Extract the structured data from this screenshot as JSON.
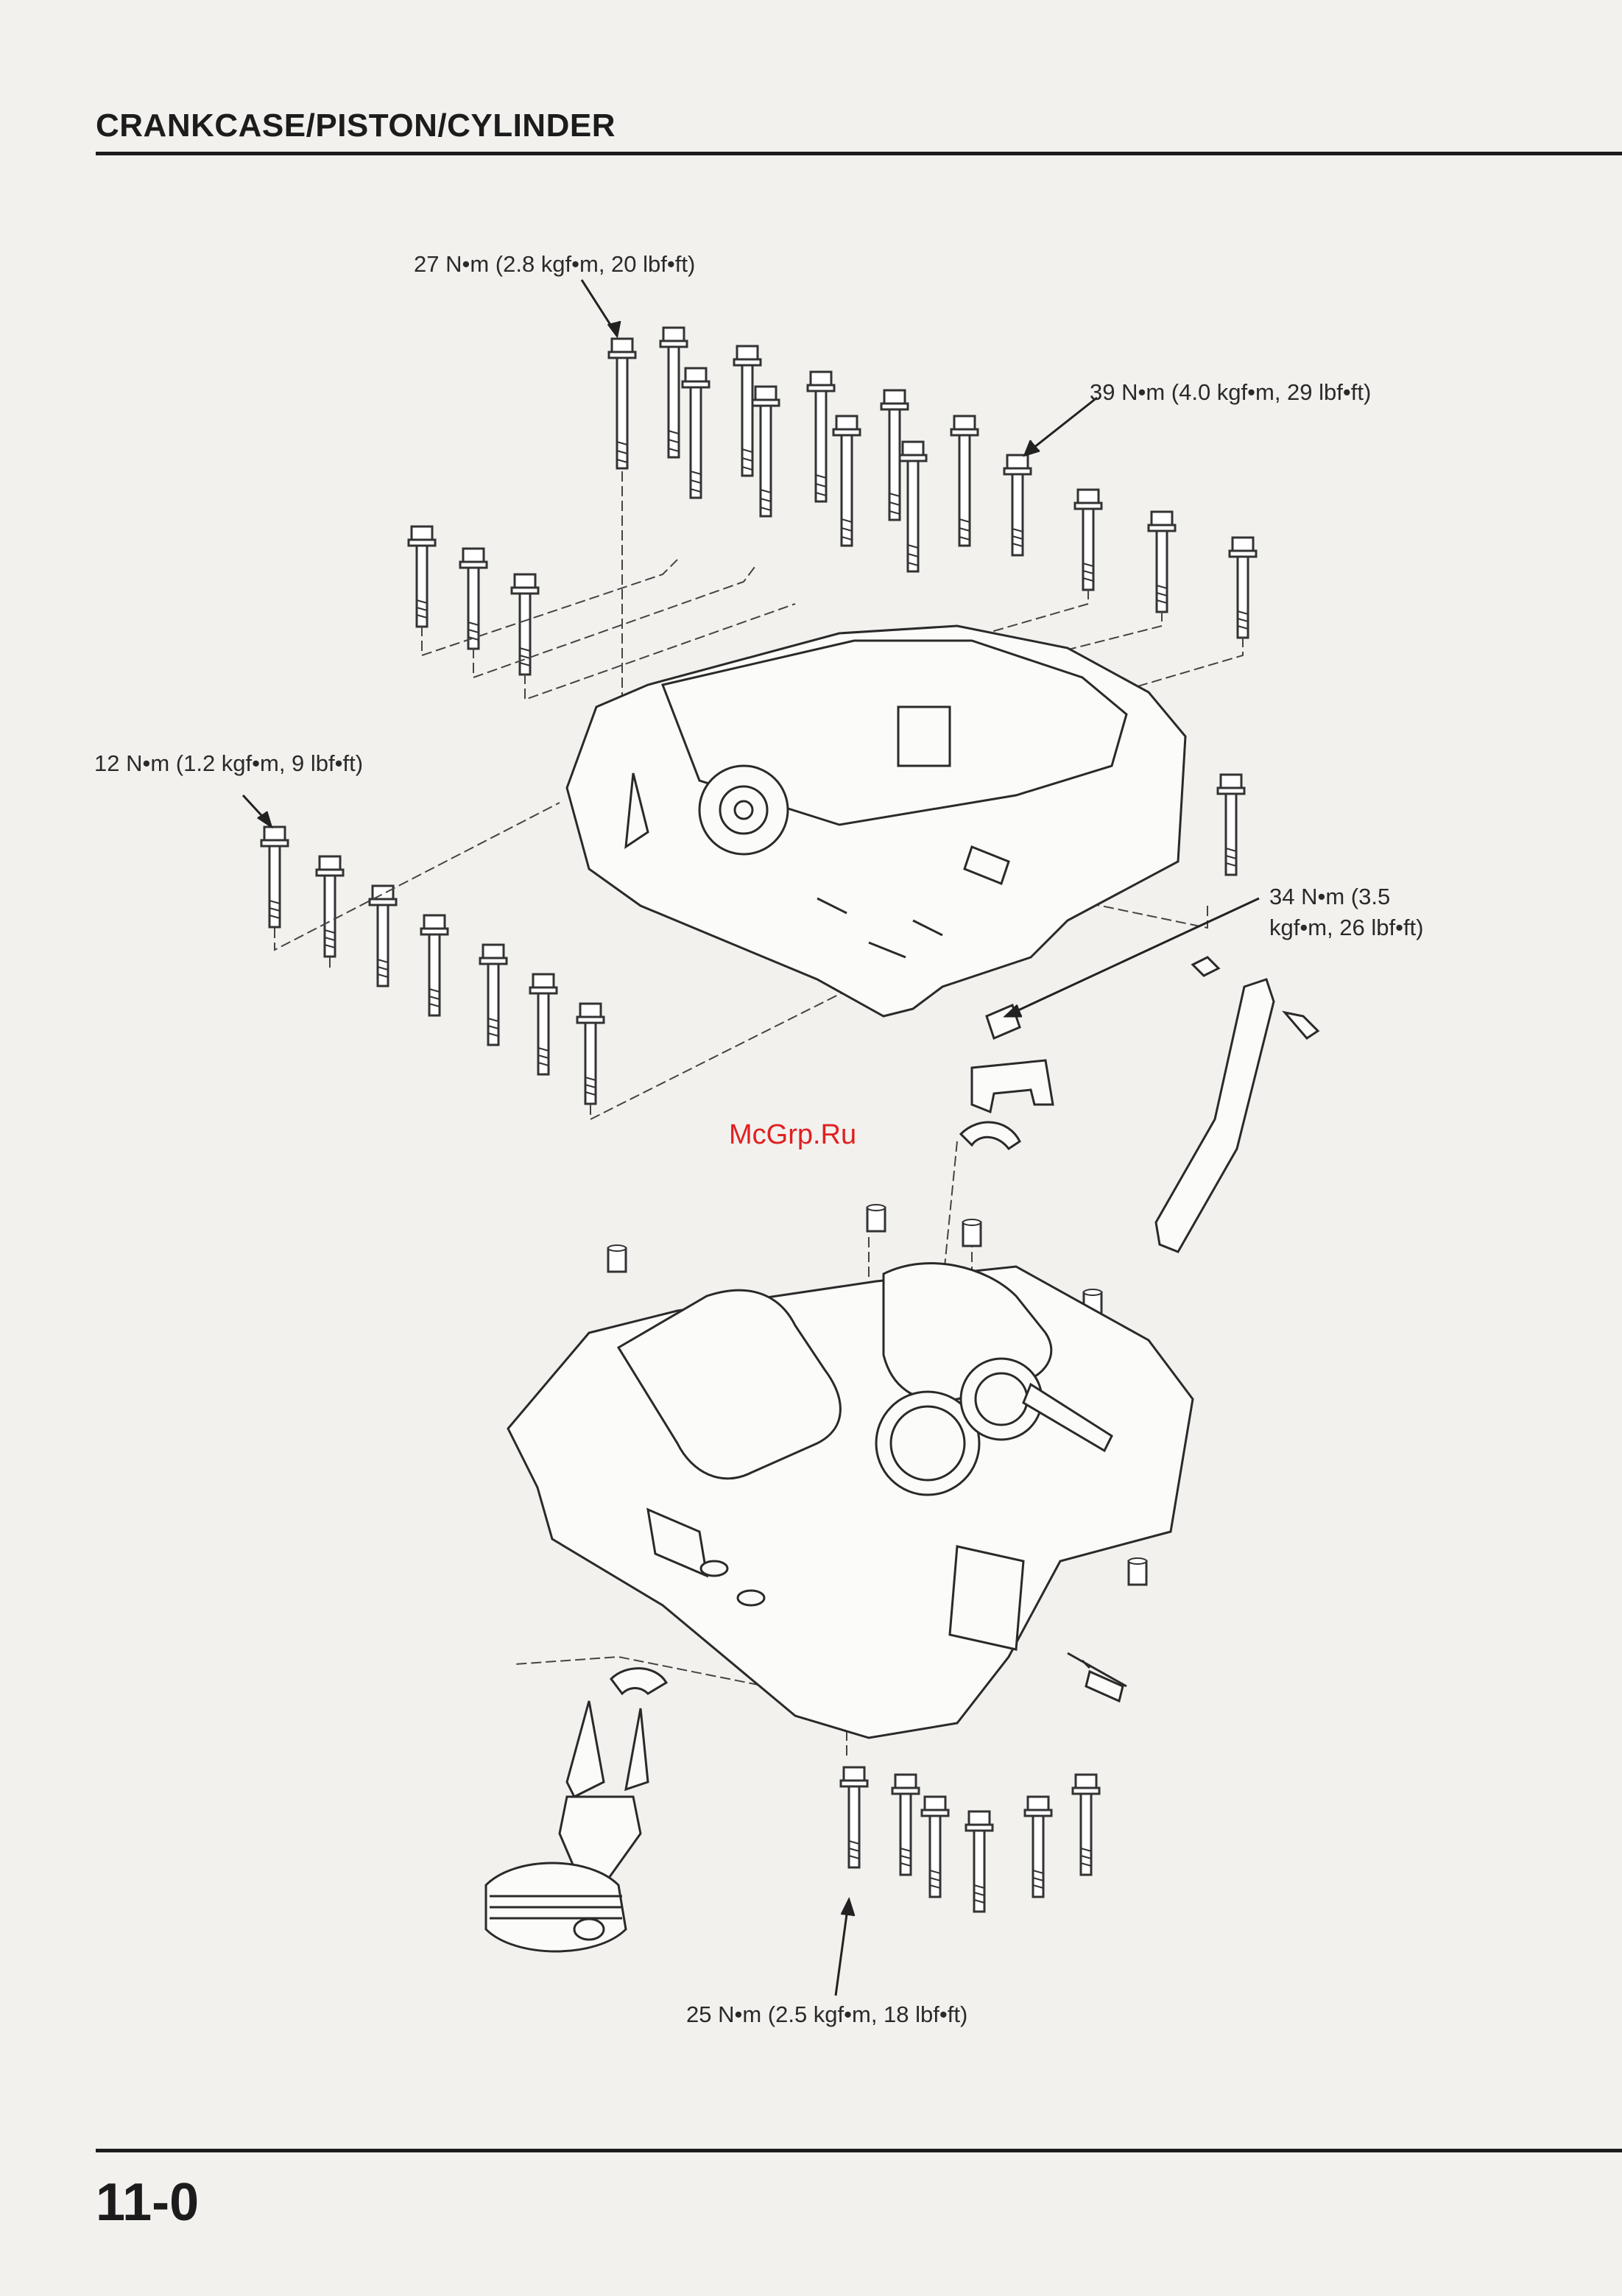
{
  "header": {
    "title": "CRANKCASE/PISTON/CYLINDER"
  },
  "torque_specs": {
    "t27": "27 N•m (2.8 kgf•m, 20 lbf•ft)",
    "t39": "39 N•m (4.0 kgf•m, 29 lbf•ft)",
    "t12": "12 N•m (1.2 kgf•m, 9 lbf•ft)",
    "t34": "34 N•m (3.5\nkgf•m, 26 lbf•ft)",
    "t25": "25 N•m (2.5 kgf•m, 18 lbf•ft)"
  },
  "watermark": "McGrp.Ru",
  "footer": {
    "page_number": "11-0"
  }
}
